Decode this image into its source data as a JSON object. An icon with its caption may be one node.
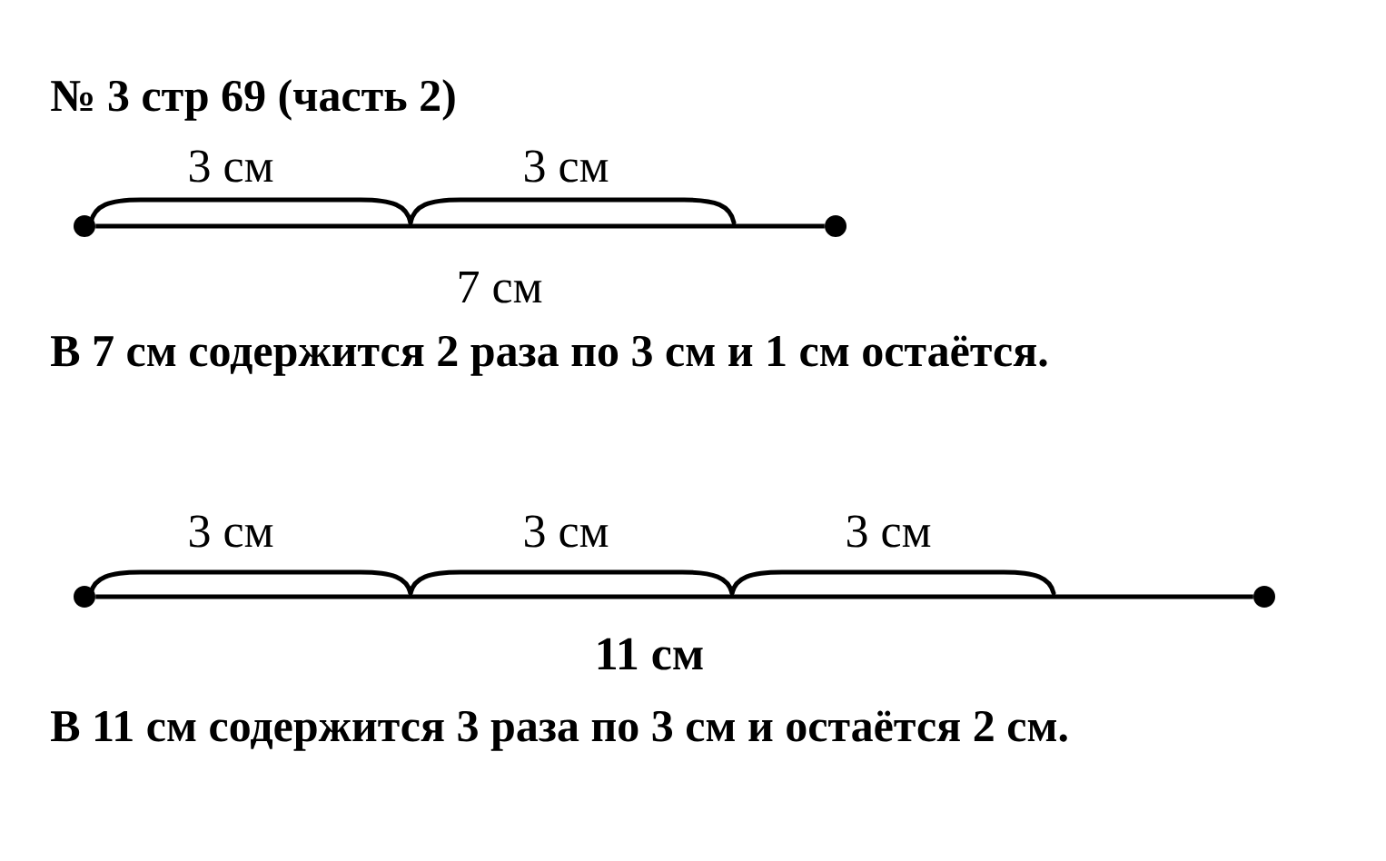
{
  "diagram": {
    "title": "№ 3 стр 69 (часть 2)",
    "nodes": [
      {
        "text": [],
        "shape": "circle"
      },
      {
        "text": [],
        "shape": "circle"
      },
      {
        "text": [],
        "shape": "circle"
      },
      {
        "text": [],
        "shape": "circle"
      }
    ],
    "edges": [
      {
        "from": 0,
        "to": 1,
        "arrow": "none"
      },
      {
        "from": 2,
        "to": 3,
        "arrow": "none"
      }
    ],
    "labels": [
      "3 см",
      "3 см",
      "7 см",
      "В 7 см содержится 2 раза по 3 см и 1 см остаётся.",
      "3 см",
      "3 см",
      "3 см",
      "11 см",
      "В 11 см содержится 3 раза по 3 см и остаётся 2 см."
    ]
  }
}
